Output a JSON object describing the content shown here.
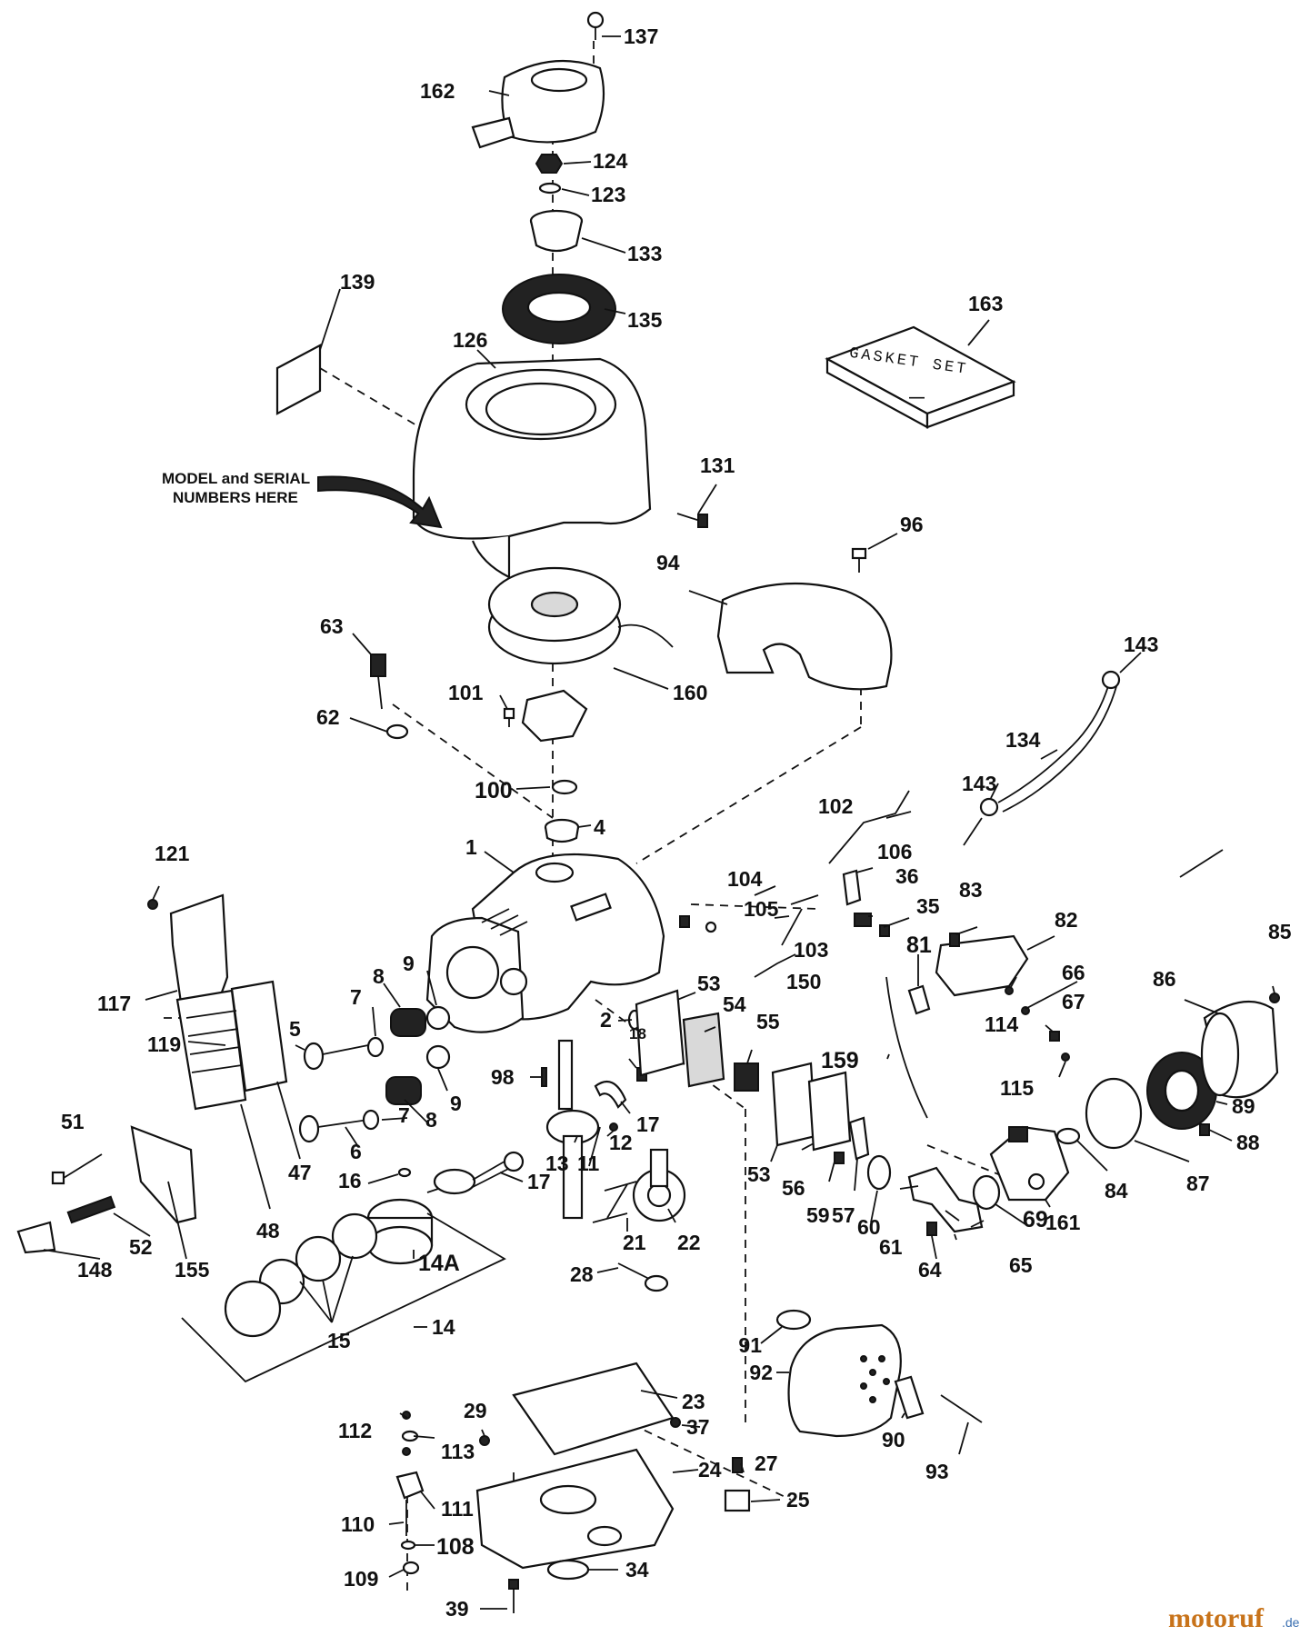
{
  "labels": {
    "l1": "1",
    "l2": "2",
    "l4": "4",
    "l5": "5",
    "l6": "6",
    "l7a": "7",
    "l7b": "7",
    "l8a": "8",
    "l8b": "8",
    "l9a": "9",
    "l9b": "9",
    "l11": "11",
    "l12": "12",
    "l13": "13",
    "l14": "14",
    "l14A": "14A",
    "l15": "15",
    "l16": "16",
    "l17a": "17",
    "l17b": "17",
    "l18": "18",
    "l21": "21",
    "l22": "22",
    "l23": "23",
    "l24": "24",
    "l25": "25",
    "l27": "27",
    "l28": "28",
    "l29": "29",
    "l34": "34",
    "l35": "35",
    "l36": "36",
    "l37": "37",
    "l39": "39",
    "l47": "47",
    "l48": "48",
    "l51": "51",
    "l52": "52",
    "l53a": "53",
    "l53b": "53",
    "l54": "54",
    "l55": "55",
    "l56": "56",
    "l57": "57",
    "l59": "59",
    "l60": "60",
    "l61": "61",
    "l62": "62",
    "l63": "63",
    "l64": "64",
    "l65": "65",
    "l66": "66",
    "l67": "67",
    "l69": "69",
    "l81": "81",
    "l82": "82",
    "l83": "83",
    "l84": "84",
    "l85": "85",
    "l86": "86",
    "l87": "87",
    "l88": "88",
    "l89": "89",
    "l90": "90",
    "l91": "91",
    "l92": "92",
    "l93": "93",
    "l94": "94",
    "l96": "96",
    "l98": "98",
    "l100": "100",
    "l101": "101",
    "l102": "102",
    "l103": "103",
    "l104": "104",
    "l105": "105",
    "l106": "106",
    "l108": "108",
    "l109": "109",
    "l110": "110",
    "l111": "111",
    "l112": "112",
    "l113": "113",
    "l114": "114",
    "l115": "115",
    "l117": "117",
    "l119": "119",
    "l121": "121",
    "l123": "123",
    "l124": "124",
    "l126": "126",
    "l131": "131",
    "l133": "133",
    "l134": "134",
    "l135": "135",
    "l137": "137",
    "l139": "139",
    "l143a": "143",
    "l143b": "143",
    "l148": "148",
    "l150": "150",
    "l155": "155",
    "l159": "159",
    "l160": "160",
    "l161": "161",
    "l162": "162",
    "l163": "163"
  },
  "note": {
    "line1": "MODEL and SERIAL",
    "line2": "NUMBERS HERE"
  },
  "gasket_set": "GASKET SET",
  "gasket_mark": "—",
  "watermark": {
    "brand": "motoruf",
    "suffix": ".de"
  }
}
